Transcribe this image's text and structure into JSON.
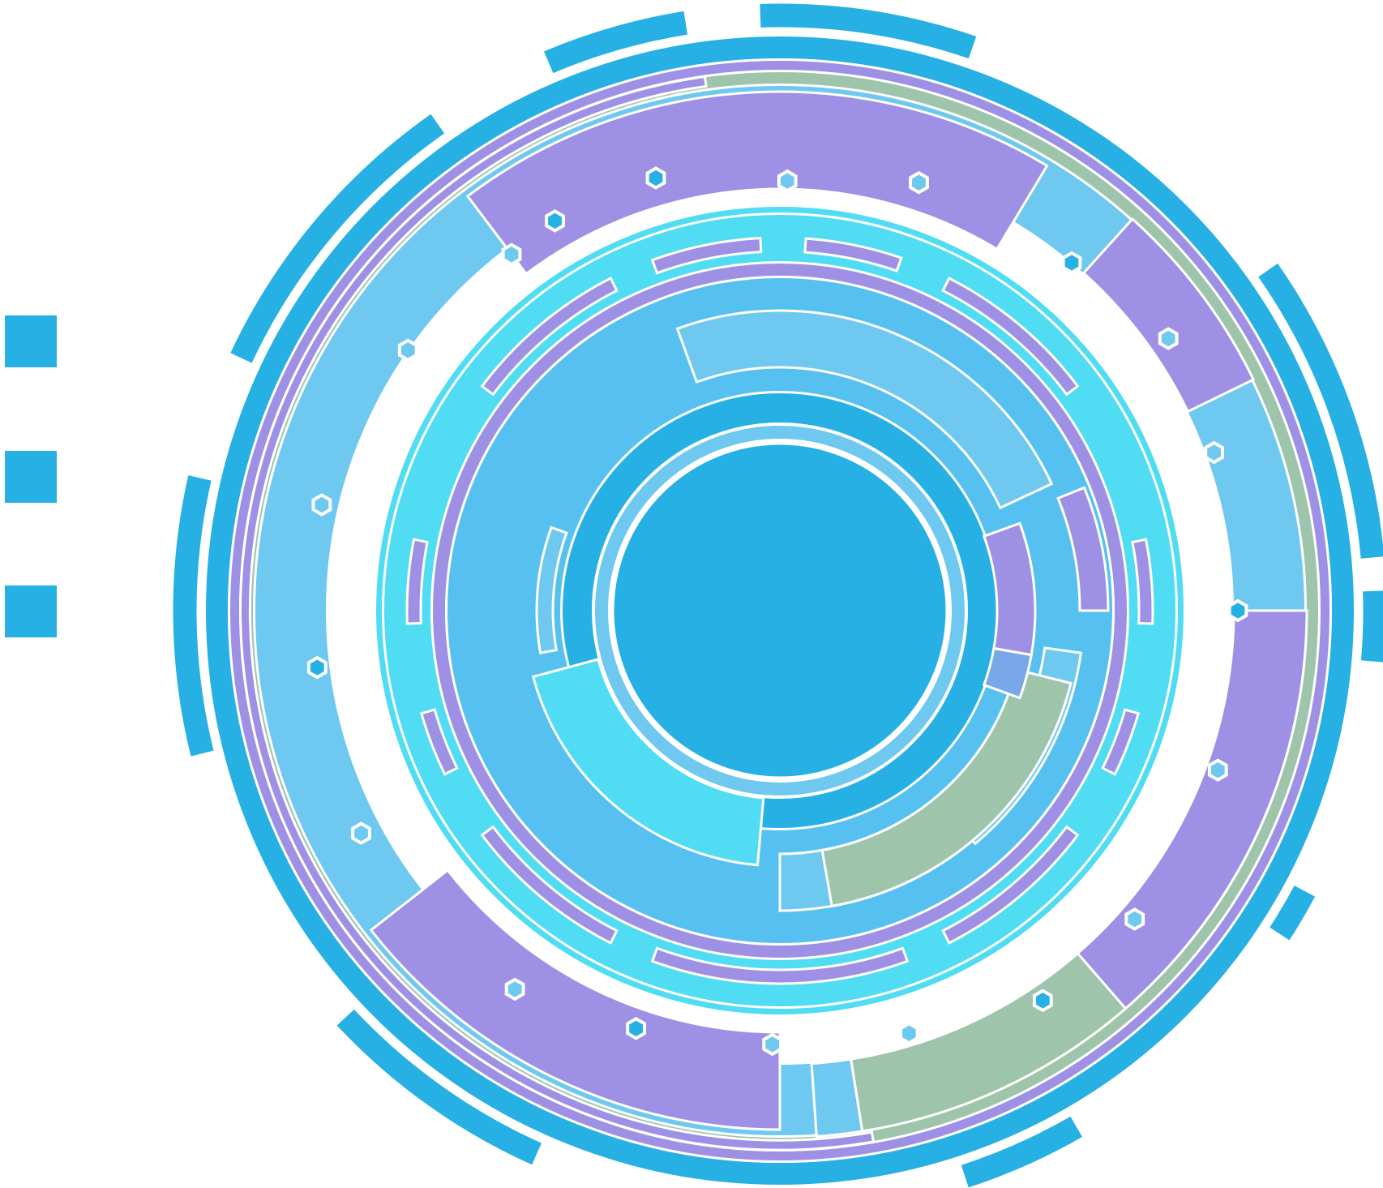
{
  "graphic": {
    "kind": "concentric-circular-ornament",
    "segment_count_approx": 60,
    "hexagon_marker_count": 20
  },
  "colors": {
    "background": "#ffffff",
    "stroke": "#ffffff",
    "deep_blue": "#27b0e3",
    "light_blue": "#6fc8ef",
    "mid_blue": "#56c1f0",
    "cyan": "#50dcf2",
    "purple": "#9e90e4",
    "sage": "#9fc4ac",
    "periwinkle": "#7aa7ea"
  },
  "side_squares": {
    "count": 3,
    "color": "#27b0e3"
  }
}
